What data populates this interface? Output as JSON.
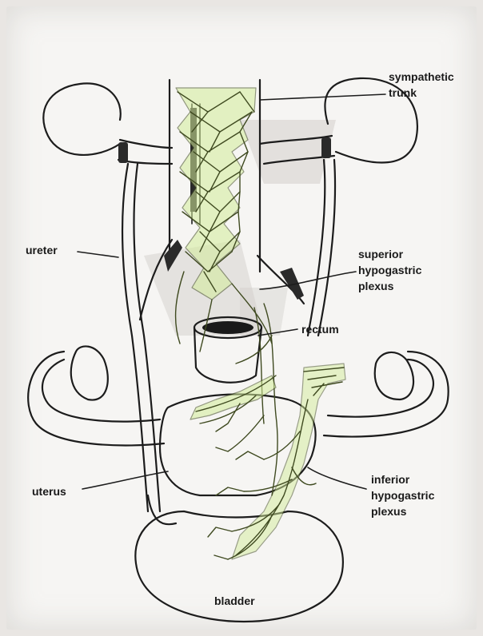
{
  "labels": {
    "sympathetic_trunk": [
      "sympathetic",
      "trunk"
    ],
    "ureter": "ureter",
    "superior_hypogastric_plexus": [
      "superior",
      "hypogastric",
      "plexus"
    ],
    "rectum": "rectum",
    "uterus": "uterus",
    "inferior_hypogastric_plexus": [
      "inferior",
      "hypogastric",
      "plexus"
    ],
    "bladder": "bladder"
  },
  "colors": {
    "nerve_green": "#d3ec9a",
    "ink": "#1c1c1c",
    "paper": "#f6f5f3"
  }
}
